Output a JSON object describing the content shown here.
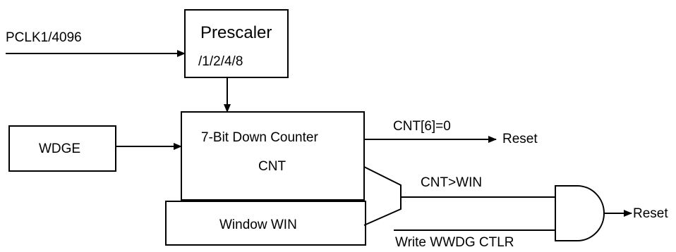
{
  "inputs": {
    "pclk": "PCLK1/4096",
    "wdge": "WDGE"
  },
  "prescaler": {
    "title": "Prescaler",
    "ratios": "/1/2/4/8"
  },
  "counter": {
    "title": "7-Bit Down Counter",
    "name": "CNT"
  },
  "window": {
    "title": "Window WIN"
  },
  "signals": {
    "cnt_bit": "CNT[6]=0",
    "cnt_gt_win": "CNT>WIN",
    "write": "Write WWDG  CTLR",
    "reset_top": "Reset",
    "reset_bottom": "Reset"
  }
}
